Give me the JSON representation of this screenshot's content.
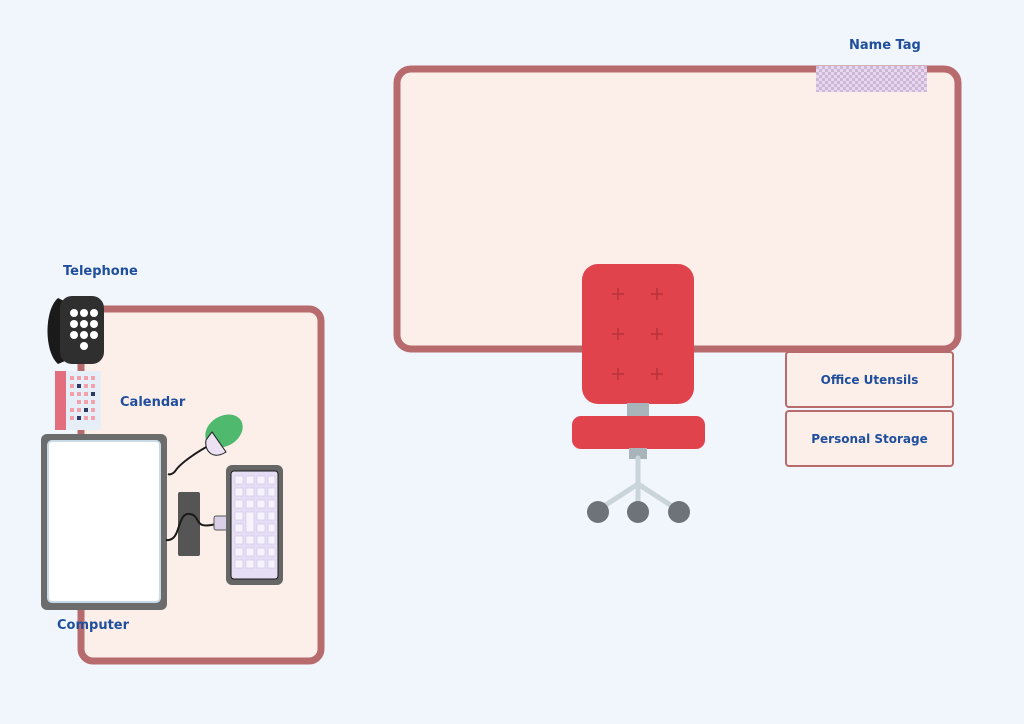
{
  "labels": {
    "name_tag": "Name Tag",
    "telephone": "Telephone",
    "calendar": "Calendar",
    "computer": "Computer",
    "office_utensils": "Office Utensils",
    "personal_storage": "Personal Storage"
  },
  "colors": {
    "background": "#f0f6fc",
    "desk_fill": "#fcefea",
    "desk_border": "#b86b6c",
    "label_text": "#1f4e9c",
    "chair": "#e1434d",
    "chair_base": "#c9d4db",
    "wheel": "#6d7379",
    "mouse_green": "#4fb96e",
    "keyboard": "#e6def5",
    "phone": "#2b2b2b",
    "monitor_frame": "#6c6c6c",
    "monitor_screen": "#ffffff"
  }
}
